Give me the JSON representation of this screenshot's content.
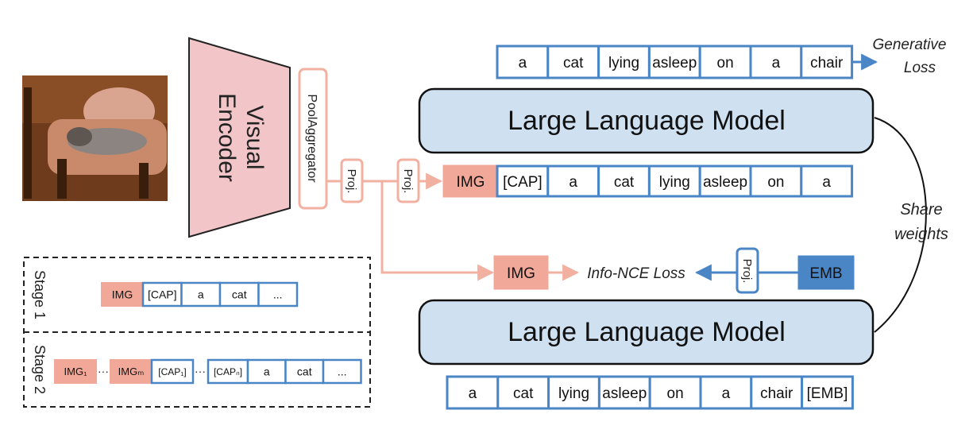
{
  "colors": {
    "blue_border": "#4a86c6",
    "llm_fill": "#cfe0f1",
    "pink_fill": "#f2a898",
    "pink_border": "#f2b0a0",
    "encoder_fill": "#f2c6c8",
    "emb_fill": "#4a86c6",
    "arrow_pink": "#f2b0a0",
    "arrow_blue": "#4a86c6"
  },
  "encoder": {
    "line1": "Visual",
    "line2": "Encoder"
  },
  "pool_aggregator": "PoolAggregator",
  "proj_label": "Proj.",
  "llm_label": "Large Language Model",
  "top_output_tokens": [
    "a",
    "cat",
    "lying",
    "asleep",
    "on",
    "a",
    "chair"
  ],
  "generative_loss": {
    "line1": "Generative",
    "line2": "Loss"
  },
  "upper_input": {
    "img": "IMG",
    "tokens": [
      "[CAP]",
      "a",
      "cat",
      "lying",
      "asleep",
      "on",
      "a"
    ]
  },
  "middle": {
    "img": "IMG",
    "loss": "Info-NCE Loss",
    "emb": "EMB"
  },
  "share_weights": {
    "line1": "Share",
    "line2": "weights"
  },
  "lower_input_tokens": [
    "a",
    "cat",
    "lying",
    "asleep",
    "on",
    "a",
    "chair",
    "[EMB]"
  ],
  "stage1": {
    "label": "Stage 1",
    "img": "IMG",
    "tokens": [
      "[CAP]",
      "a",
      "cat",
      "..."
    ]
  },
  "stage2": {
    "label": "Stage 2",
    "img_first": "IMG₁",
    "img_last": "IMGₘ",
    "cap_first": "[CAP₁]",
    "cap_last": "[CAPₙ]",
    "ellipsis": "···",
    "tokens": [
      "a",
      "cat",
      "..."
    ]
  }
}
